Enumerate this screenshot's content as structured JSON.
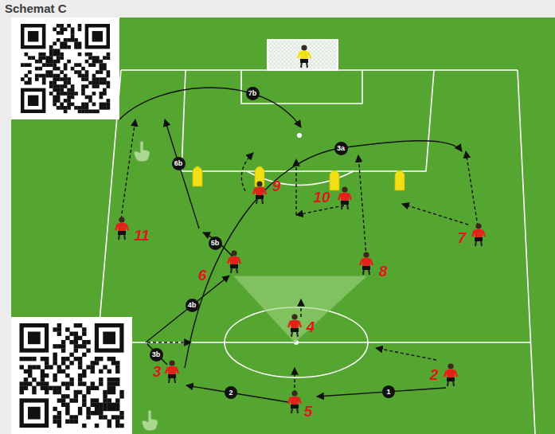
{
  "diagram": {
    "title": "Schemat C",
    "nodes": [
      {
        "text": [
          "7b"
        ]
      },
      {
        "text": [
          "3a"
        ]
      },
      {
        "text": [
          "6b"
        ]
      },
      {
        "text": [
          "5b"
        ]
      },
      {
        "text": [
          "4b"
        ]
      },
      {
        "text": [
          "3b"
        ]
      },
      {
        "text": [
          "2"
        ]
      },
      {
        "text": [
          "1"
        ]
      }
    ],
    "labels": [
      "9",
      "10",
      "11",
      "7",
      "6",
      "8",
      "4",
      "3",
      "2",
      "5"
    ]
  }
}
